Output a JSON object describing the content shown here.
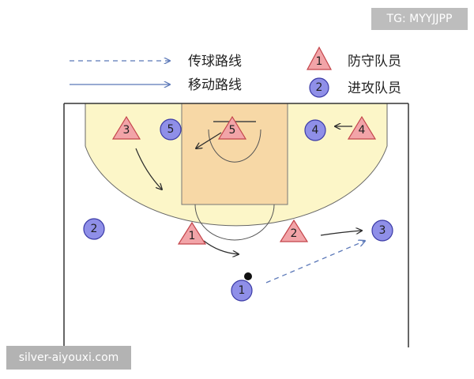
{
  "watermarks": {
    "top_right": "TG: MYYJJPP",
    "bottom_left": "silver-aiyouxi.com"
  },
  "legend": {
    "pass_route": "传球路线",
    "move_route": "移动路线",
    "defender": "防守队员",
    "attacker": "进攻队员",
    "defender_symbol": "1",
    "attacker_symbol": "2"
  },
  "defenders": [
    {
      "label": "1"
    },
    {
      "label": "2"
    },
    {
      "label": "3"
    },
    {
      "label": "4"
    },
    {
      "label": "5"
    }
  ],
  "attackers": [
    {
      "label": "1"
    },
    {
      "label": "2"
    },
    {
      "label": "3"
    },
    {
      "label": "4"
    },
    {
      "label": "5"
    }
  ],
  "colors": {
    "court_fill": "#fcf6c8",
    "paint_fill": "#f7d8a6",
    "defender_fill": "#f2a4a8",
    "defender_stroke": "#c3444a",
    "attacker_fill": "#8f8fe8",
    "attacker_stroke": "#3a3aa6",
    "pass_line": "#5b78b8",
    "move_line": "#2b2b2b"
  }
}
